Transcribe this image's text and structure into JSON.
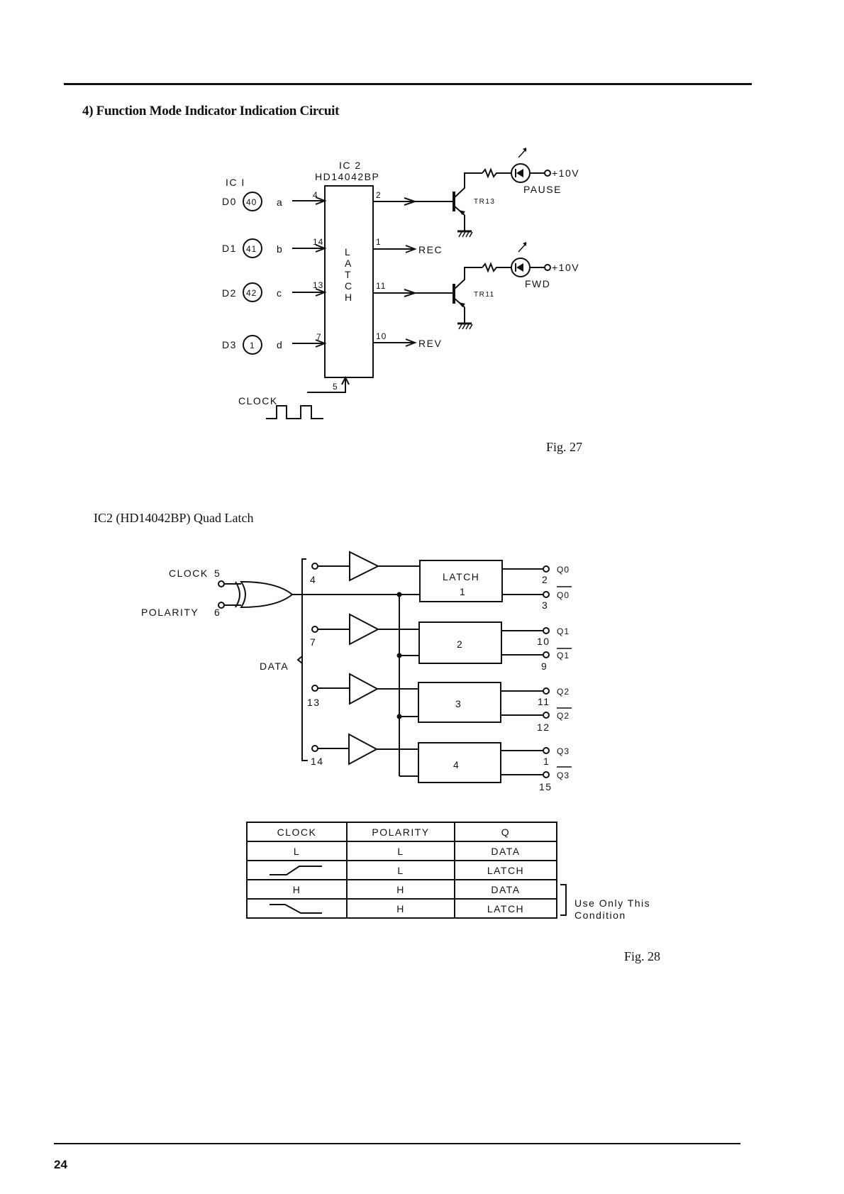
{
  "page": {
    "heading": "4) Function Mode Indicator Indication Circuit",
    "page_number": "24"
  },
  "fig27": {
    "caption": "Fig. 27",
    "ic1_label": "IC I",
    "ic2_label": "IC 2",
    "ic2_part": "HD14042BP",
    "latch_text": [
      "L",
      "A",
      "T",
      "C",
      "H"
    ],
    "inputs": [
      {
        "name": "D0",
        "pin": "40",
        "signal": "a",
        "ic2_pin": "4"
      },
      {
        "name": "D1",
        "pin": "41",
        "signal": "b",
        "ic2_pin": "14"
      },
      {
        "name": "D2",
        "pin": "42",
        "signal": "c",
        "ic2_pin": "13"
      },
      {
        "name": "D3",
        "pin": "1",
        "signal": "d",
        "ic2_pin": "7"
      }
    ],
    "outputs": [
      {
        "ic2_pin": "2",
        "target": "TR13"
      },
      {
        "ic2_pin": "1",
        "target": "REC"
      },
      {
        "ic2_pin": "11",
        "target": "TR11"
      },
      {
        "ic2_pin": "10",
        "target": "REV"
      }
    ],
    "clock_label": "CLOCK",
    "clock_pin": "5",
    "transistors": [
      {
        "name": "TR13",
        "led_label": "PAUSE",
        "supply": "+10V"
      },
      {
        "name": "TR11",
        "led_label": "FWD",
        "supply": "+10V"
      }
    ]
  },
  "fig28": {
    "caption": "Fig. 28",
    "title": "IC2 (HD14042BP) Quad Latch",
    "clock_label": "CLOCK",
    "clock_pin": "5",
    "polarity_label": "POLARITY",
    "polarity_pin": "6",
    "data_label": "DATA",
    "data_pins": [
      "4",
      "7",
      "13",
      "14"
    ],
    "latches": [
      "LATCH\n1",
      "2",
      "3",
      "4"
    ],
    "latch_first_title": "LATCH",
    "latch_first_num": "1",
    "outputs": [
      {
        "q": "Q0",
        "q_pin": "2",
        "qbar": "Q0",
        "qbar_pin": "3"
      },
      {
        "q": "Q1",
        "q_pin": "10",
        "qbar": "Q1",
        "qbar_pin": "9"
      },
      {
        "q": "Q2",
        "q_pin": "11",
        "qbar": "Q2",
        "qbar_pin": "12"
      },
      {
        "q": "Q3",
        "q_pin": "1",
        "qbar": "Q3",
        "qbar_pin": "15"
      }
    ],
    "truth_table": {
      "headers": [
        "CLOCK",
        "POLARITY",
        "Q"
      ],
      "rows": [
        {
          "clock": "L",
          "polarity": "L",
          "q": "DATA"
        },
        {
          "clock": "rising-edge",
          "polarity": "L",
          "q": "LATCH"
        },
        {
          "clock": "H",
          "polarity": "H",
          "q": "DATA"
        },
        {
          "clock": "falling-edge",
          "polarity": "H",
          "q": "LATCH"
        }
      ]
    },
    "note_line1": "Use Only This",
    "note_line2": "Condition"
  }
}
